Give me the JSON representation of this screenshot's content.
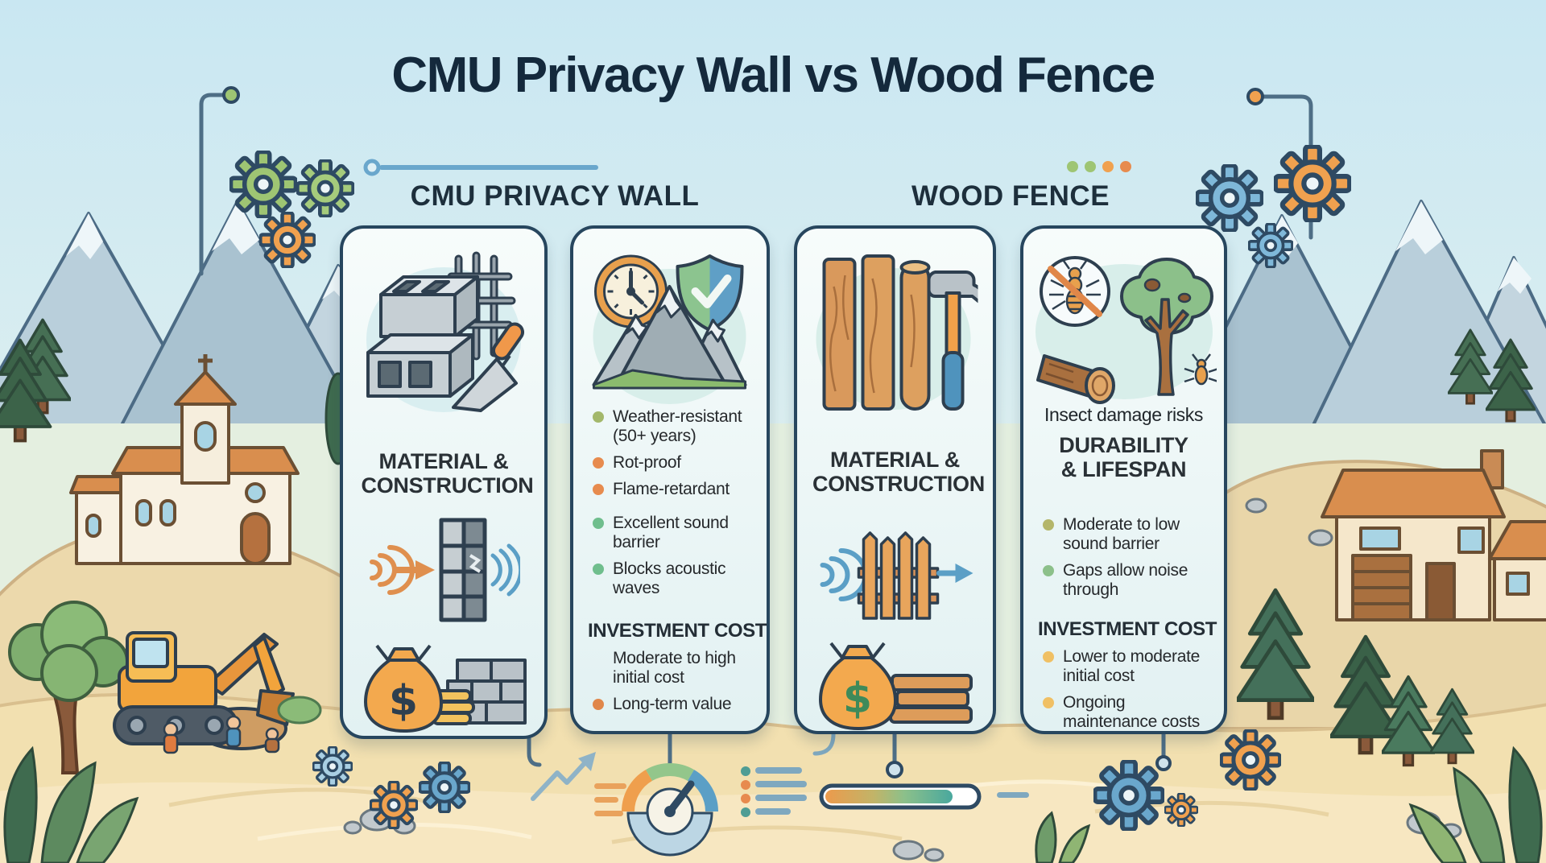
{
  "title": "CMU Privacy Wall vs Wood Fence",
  "group_headers": {
    "left": "CMU PRIVACY WALL",
    "right": "WOOD FENCE"
  },
  "cards": {
    "cmu_material": {
      "title": "MATERIAL & CONSTRUCTION",
      "icons": [
        "cinder-blocks-icon",
        "rebar-grid-icon",
        "trowel-icon",
        "sound-barrier-wall-icon",
        "money-bag-icon",
        "coin-stack-icon",
        "brick-wall-icon"
      ]
    },
    "cmu_details": {
      "icons": [
        "clock-icon",
        "shield-check-icon",
        "mountains-icon"
      ],
      "durability_bullets": [
        {
          "text": "Weather-resistant (50+ years)",
          "dot": "#a3b86b"
        },
        {
          "text": "Rot-proof",
          "dot": "#e78b4e"
        },
        {
          "text": "Flame-retardant",
          "dot": "#e78b4e"
        }
      ],
      "sound_bullets": [
        {
          "text": "Excellent sound barrier",
          "dot": "#6fbe8d"
        },
        {
          "text": "Blocks acoustic waves",
          "dot": "#6fbe8d"
        }
      ],
      "investment_title": "INVESTMENT COST",
      "investment_bullets": [
        {
          "text": "Moderate to high initial cost",
          "dot": "#f0c064"
        },
        {
          "text": "Long-term value",
          "dot": "#e0874a"
        }
      ]
    },
    "wood_material": {
      "title": "MATERIAL & CONSTRUCTION",
      "icons": [
        "wood-planks-icon",
        "wood-post-icon",
        "hammer-icon",
        "sound-through-fence-icon",
        "money-bag-icon",
        "wood-boards-icon"
      ]
    },
    "wood_details": {
      "icons": [
        "no-insect-icon",
        "damaged-tree-icon",
        "log-icon",
        "termite-icon"
      ],
      "caption": "Insect damage risks",
      "title": "DURABILITY & LIFESPAN",
      "sound_bullets": [
        {
          "text": "Moderate to low sound barrier",
          "dot": "#b4b66a"
        },
        {
          "text": "Gaps allow noise through",
          "dot": "#8cc08a"
        }
      ],
      "investment_title": "INVESTMENT COST",
      "investment_bullets": [
        {
          "text": "Lower to moderate initial cost",
          "dot": "#f0c064"
        },
        {
          "text": "Ongoing maintenance costs",
          "dot": "#f0c064"
        }
      ]
    }
  },
  "colors": {
    "outline_navy": "#27465e",
    "accent_orange": "#f0a14f",
    "accent_green": "#9ec573",
    "accent_blue": "#6aa7cc",
    "accent_teal": "#4f9d94",
    "card_bg": "#e9f5f4",
    "title_navy": "#14293c"
  }
}
